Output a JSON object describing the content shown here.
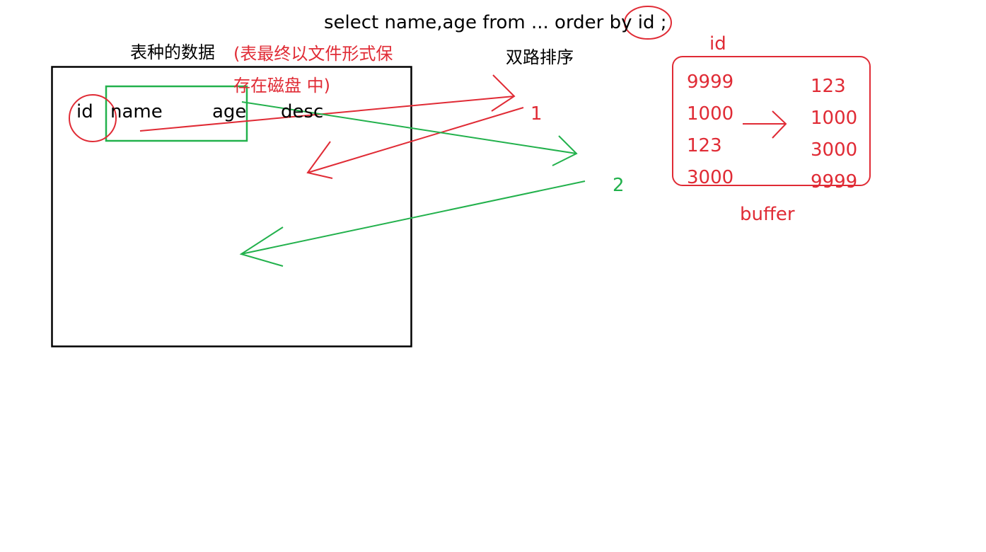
{
  "query": "select name,age from  ... order by id ;",
  "table": {
    "title": "表种的数据",
    "note_line1": "(表最终以文件形式保",
    "note_line2": "存在磁盘 中)",
    "columns": [
      "id",
      "name",
      "age",
      "desc"
    ]
  },
  "sort_method": "双路排序",
  "pass_labels": [
    "1",
    "2"
  ],
  "buffer": {
    "label": "buffer",
    "header": "id",
    "unsorted": [
      "9999",
      "1000",
      "123",
      "3000"
    ],
    "sorted": [
      "123",
      "1000",
      "3000",
      "9999"
    ]
  },
  "colors": {
    "ink": "#000000",
    "red": "#e02b35",
    "green": "#22b14c"
  }
}
